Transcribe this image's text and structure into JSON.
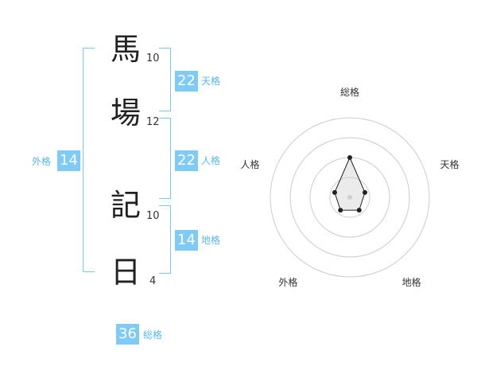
{
  "characters": [
    {
      "char": "馬",
      "strokes": "10"
    },
    {
      "char": "場",
      "strokes": "12"
    },
    {
      "char": "記",
      "strokes": "10"
    },
    {
      "char": "日",
      "strokes": "4"
    }
  ],
  "scores": {
    "tenkaku": {
      "value": "22",
      "label": "天格"
    },
    "jinkaku": {
      "value": "22",
      "label": "人格"
    },
    "chikaku": {
      "value": "14",
      "label": "地格"
    },
    "gaikaku": {
      "value": "14",
      "label": "外格"
    },
    "soukaku": {
      "value": "36",
      "label": "総格"
    }
  },
  "chart_data": {
    "type": "radar",
    "categories": [
      "総格",
      "天格",
      "地格",
      "外格",
      "人格"
    ],
    "values": [
      2.5,
      1,
      1,
      1,
      1
    ],
    "range": [
      0,
      5
    ],
    "rings": 4,
    "grid": true
  },
  "colors": {
    "accent": "#7ecbf7",
    "bracket": "#7ec8f5"
  }
}
